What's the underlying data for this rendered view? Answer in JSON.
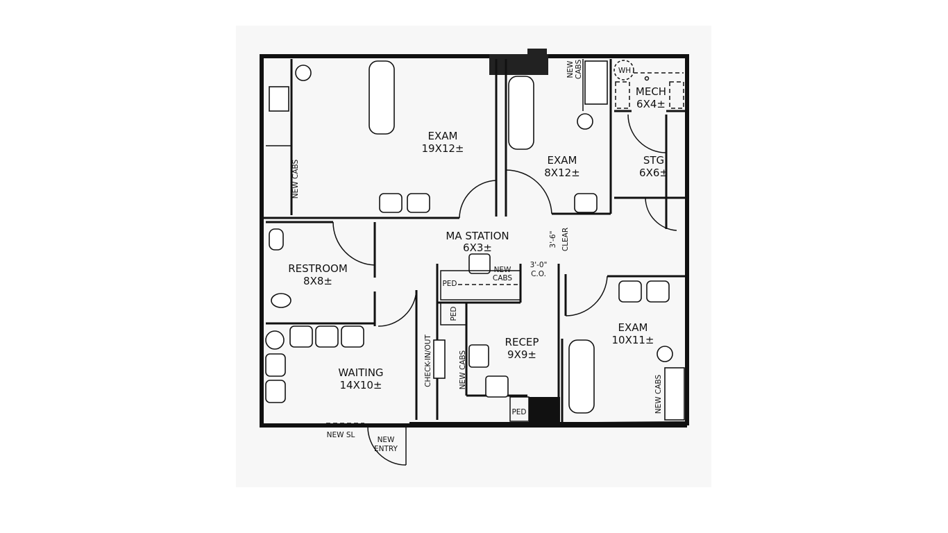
{
  "plan": {
    "rooms": {
      "exam_large": {
        "name": "EXAM",
        "size": "19X12±"
      },
      "exam_small": {
        "name": "EXAM",
        "size": "8X12±"
      },
      "mech": {
        "name": "MECH",
        "size": "6X4±"
      },
      "stg": {
        "name": "STG",
        "size": "6X6±"
      },
      "ma_station": {
        "name": "MA STATION",
        "size": "6X3±"
      },
      "restroom": {
        "name": "RESTROOM",
        "size": "8X8±"
      },
      "exam_right": {
        "name": "EXAM",
        "size": "10X11±"
      },
      "recep": {
        "name": "RECEP",
        "size": "9X9±"
      },
      "waiting": {
        "name": "WAITING",
        "size": "14X10±"
      }
    },
    "notes": {
      "new_cabs": "NEW CABS",
      "new": "NEW",
      "cabs": "CABS",
      "wh": "WH",
      "ped": "PED",
      "clear_dim": "3'-6\"",
      "clear": "CLEAR",
      "co_dim": "3'-0\"",
      "co": "C.O.",
      "check_in_out": "CHECK-IN/OUT",
      "new_sl": "NEW SL",
      "new_entry_1": "NEW",
      "new_entry_2": "ENTRY"
    }
  }
}
